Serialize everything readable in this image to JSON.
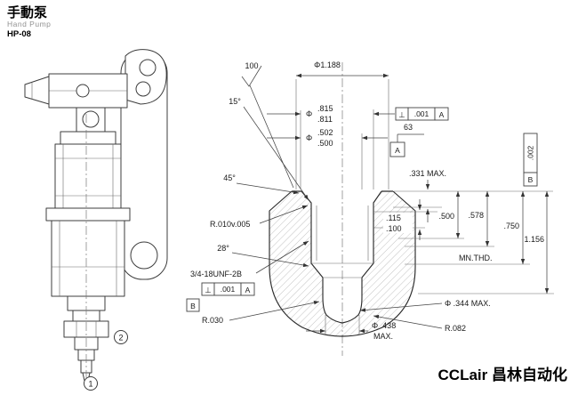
{
  "header": {
    "title_cn": "手動泵",
    "title_en": "Hand Pump",
    "model": "HP-08"
  },
  "footer": {
    "logo": "CCLair 昌林自动化"
  },
  "left_view": {
    "callout_1": "1",
    "callout_2": "2"
  },
  "section": {
    "finish_100": "100",
    "dia_spotface": "Φ1.188",
    "angle_15": "15°",
    "dia_815": {
      "phi": "Φ",
      "upper": ".815",
      "lower": ".811"
    },
    "dia_502": {
      "phi": "Φ",
      "upper": ".502",
      "lower": ".500"
    },
    "fcf_top": {
      "sym": "⊥",
      "tol": ".001",
      "datum": "A"
    },
    "finish_63": "63",
    "datum_a": "A",
    "fcf_side": {
      "tol": ".002",
      "datum": "B"
    },
    "angle_45": "45°",
    "max_depth_331": ".331 MAX.",
    "radius_note": "R.010v.005",
    "depth_115": ".115",
    "depth_100": ".100",
    "depth_500": ".500",
    "depth_578": ".578",
    "depth_750": ".750",
    "depth_1156": "1.156",
    "angle_28": "28°",
    "min_thread": "MN.THD.",
    "thread_spec": "3/4-18UNF-2B",
    "fcf_thread": {
      "sym": "⊥",
      "tol": ".001",
      "datum": "A"
    },
    "datum_b": "B",
    "radius_030": "R.030",
    "dia_438": {
      "line1": "Φ .438",
      "line2": "MAX."
    },
    "dia_344": "Φ .344 MAX.",
    "radius_082": "R.082"
  }
}
